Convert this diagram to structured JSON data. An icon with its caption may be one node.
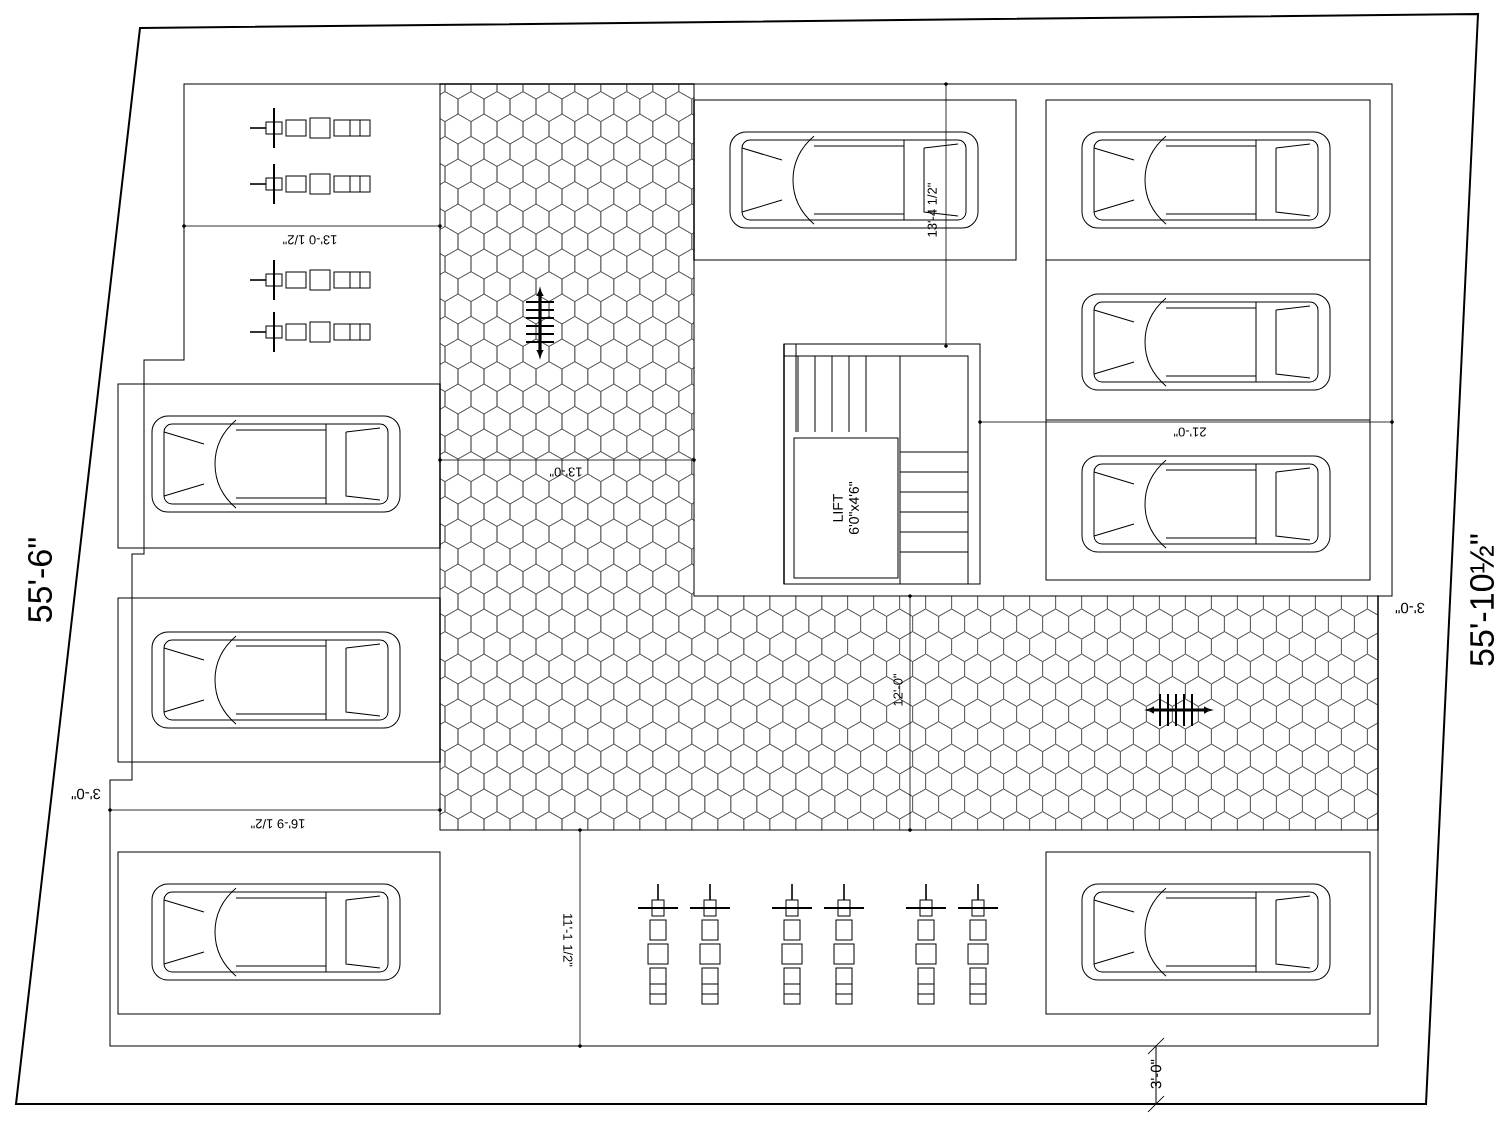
{
  "diagram": {
    "nodes": [
      {
        "text": [
          "LIFT 6'0\"x4'6\""
        ]
      }
    ],
    "edges": [],
    "labels": [
      "13'-0 1/2\"",
      "13'-4 1/2\"",
      "21'-0\"",
      "13'-0\"",
      "55'-6\"",
      "55'-10½\"",
      "3'-0\"",
      "12'-0\"",
      "3'-0\"",
      "16'-9 1/2\"",
      "11'-1 1/2\"",
      "3'-0\""
    ]
  }
}
